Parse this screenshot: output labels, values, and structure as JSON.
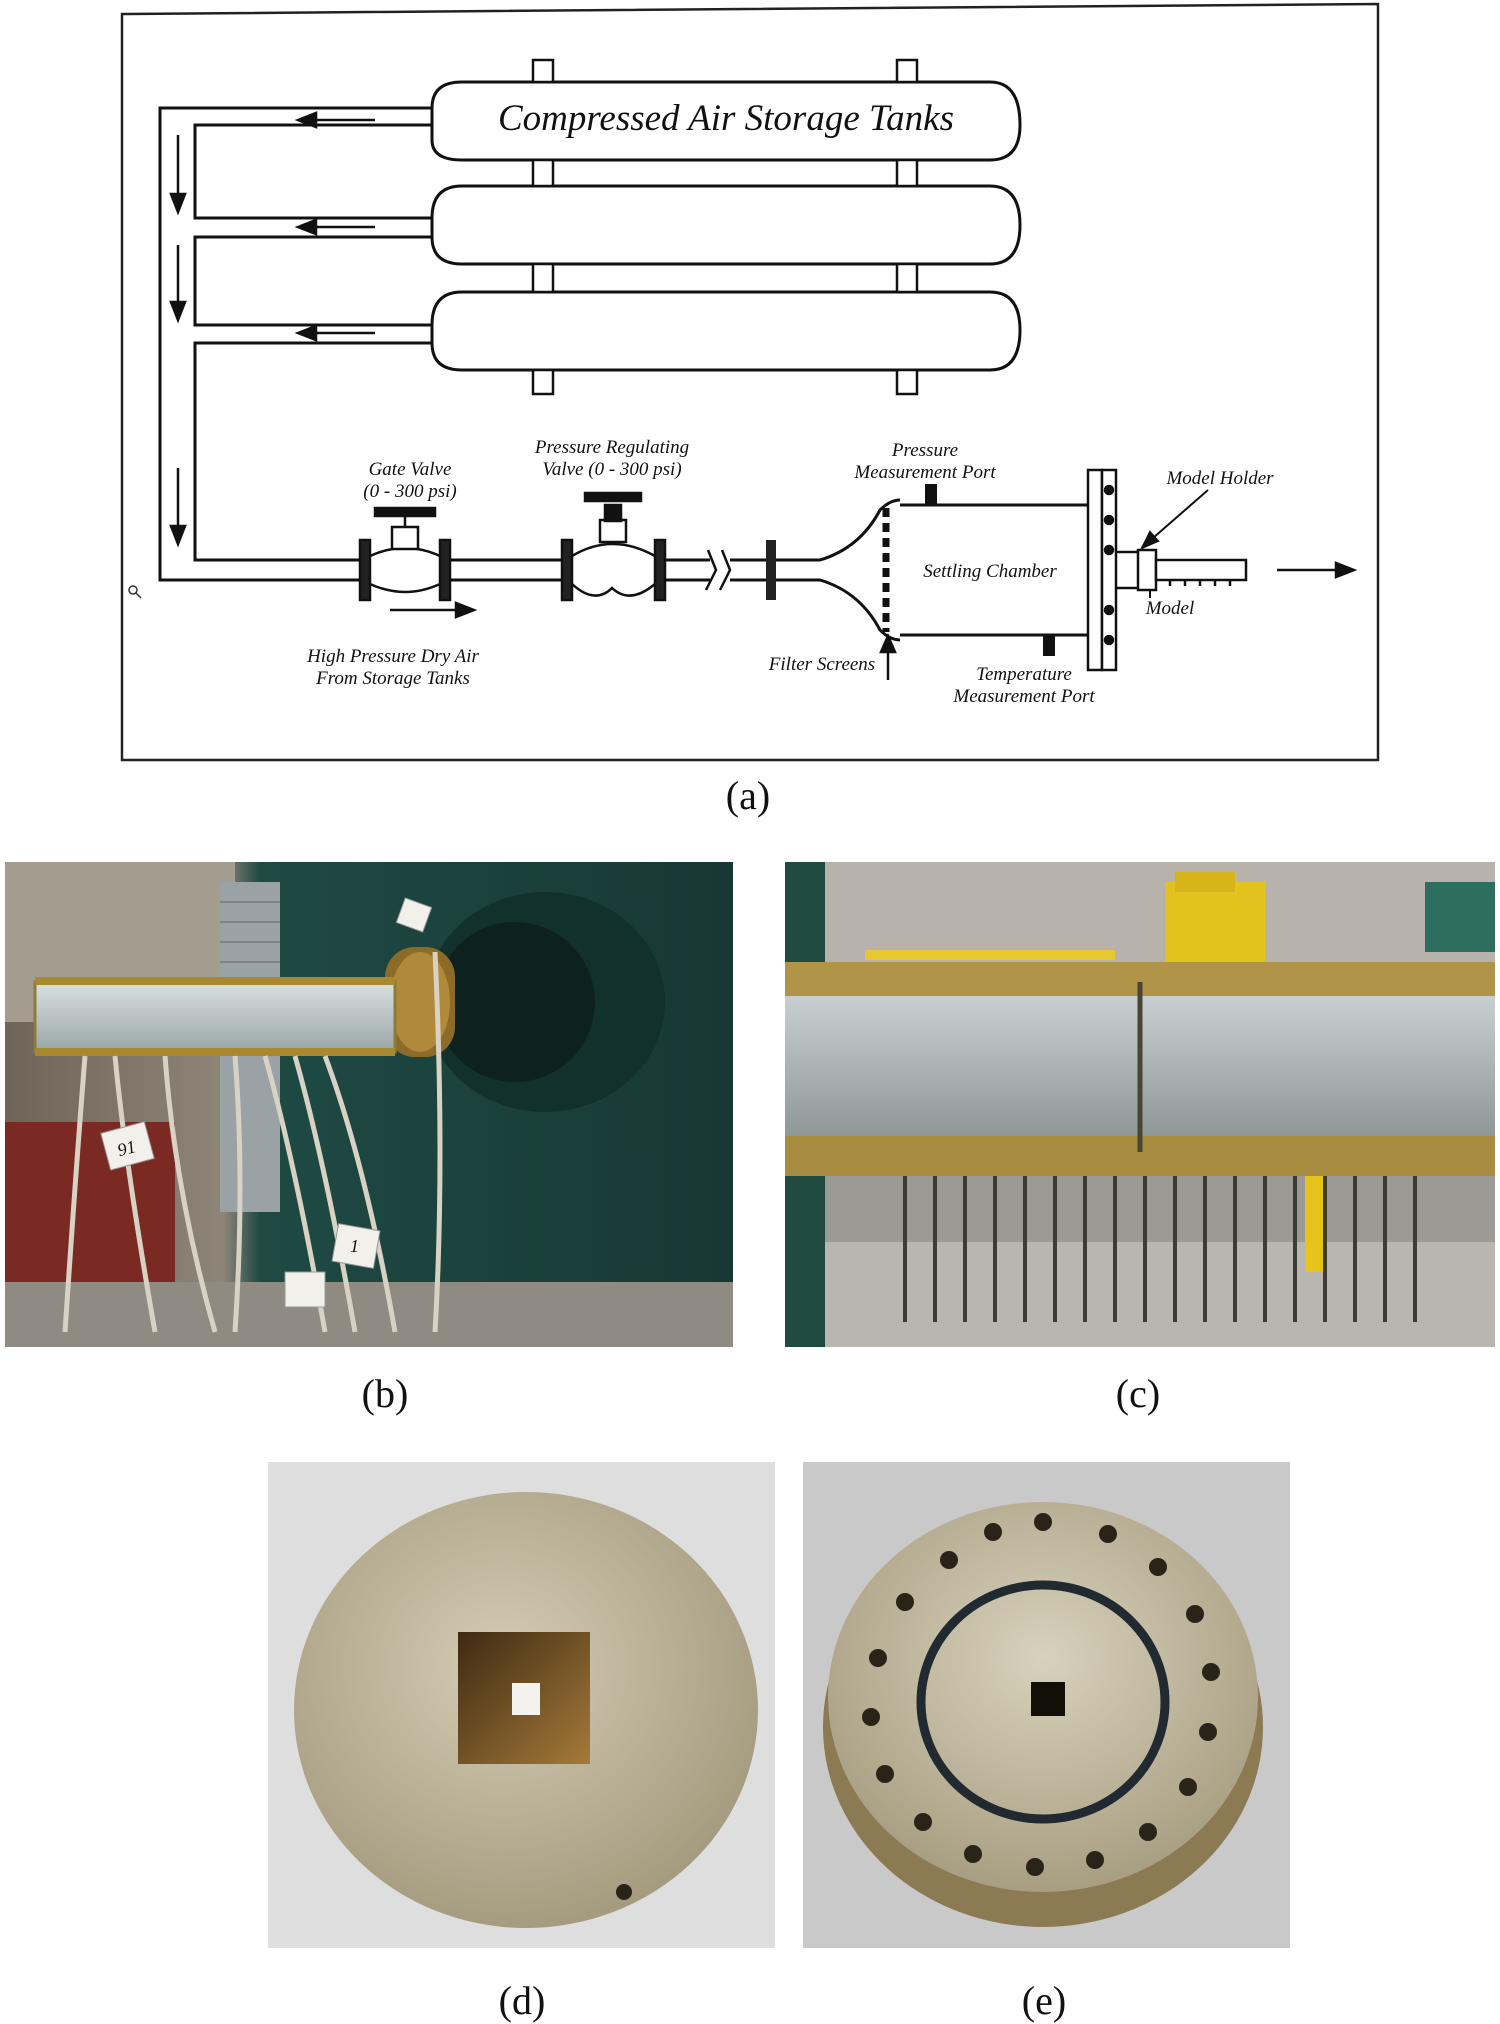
{
  "schematic": {
    "tanks_label": "Compressed Air Storage Tanks",
    "gate_valve": [
      "Gate Valve",
      "(0 - 300 psi)"
    ],
    "pressure_regulating_valve": [
      "Pressure Regulating",
      "Valve (0 - 300 psi)"
    ],
    "pressure_port": [
      "Pressure",
      "Measurement Port"
    ],
    "model_holder": "Model Holder",
    "settling_chamber": "Settling Chamber",
    "model": "Model",
    "dry_air": [
      "High Pressure Dry Air",
      "From Storage Tanks"
    ],
    "filter_screens": "Filter Screens",
    "temperature_port": [
      "Temperature",
      "Measurement Port"
    ]
  },
  "captions": {
    "a": "(a)",
    "b": "(b)",
    "c": "(c)",
    "d": "(d)",
    "e": "(e)"
  },
  "photo_b": {
    "tag_1": "91",
    "tag_2": "1"
  }
}
